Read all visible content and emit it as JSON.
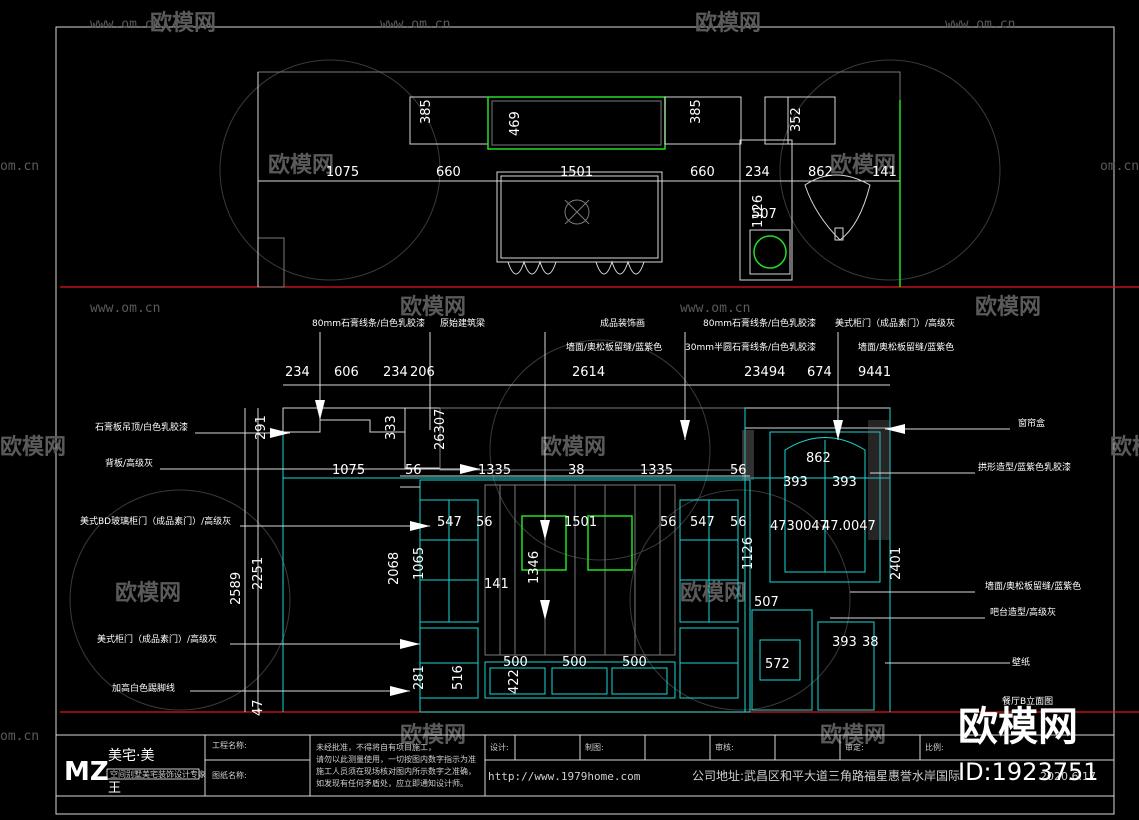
{
  "watermark": {
    "brand": "欧模网",
    "url": "www.om.cn",
    "domain": "om.cn",
    "big_brand": "欧模网",
    "id_label": "ID:1923751"
  },
  "plan_dims": {
    "d385_left": "385",
    "d469": "469",
    "d385_right": "385",
    "d352": "352",
    "d1075": "1075",
    "d660_left": "660",
    "d1501": "1501",
    "d660_right": "660",
    "d234": "234",
    "d862": "862",
    "d141": "141",
    "d1126": "1126",
    "d507": "507"
  },
  "elev_top_dims": [
    "234",
    "606",
    "234",
    "206",
    "2614",
    "23494",
    "674",
    "9441"
  ],
  "elev_dims": {
    "d291": "291",
    "d333": "333",
    "d2589": "2589",
    "d2251": "2251",
    "d2068": "2068",
    "d1065": "1065",
    "d47": "47",
    "d1075": "1075",
    "d56a": "56",
    "d1335a": "1335",
    "d38": "38",
    "d1335b": "1335",
    "d56b": "56",
    "d547a": "547",
    "d56c": "56",
    "d1501": "1501",
    "d56d": "56",
    "d547b": "547",
    "d56e": "56",
    "d1126": "1126",
    "d862": "862",
    "d393a": "393",
    "d393b": "393",
    "d4730047a": "4730047",
    "d4730047b": "47.0047",
    "d2401": "2401",
    "d500a": "500",
    "d500b": "500",
    "d500c": "500",
    "d422": "422",
    "d516": "516",
    "d507": "507",
    "d572": "572",
    "d393c": "393",
    "d38b": "38",
    "d141": "141",
    "d1346": "1346",
    "d26307": "26307",
    "d281": "281"
  },
  "annotations": {
    "top_label_1": "80mm石膏线条/白色乳胶漆",
    "top_label_2": "原始建筑梁",
    "top_label_3": "成品装饰画",
    "top_label_4": "80mm石膏线条/白色乳胶漆",
    "top_label_5": "美式柜门（成品素门）/高级灰",
    "top_label_6": "墙面/奥松板留缝/蓝紫色",
    "top_label_7": "30mm半圆石膏线条/白色乳胶漆",
    "top_label_8": "墙面/奥松板留缝/蓝紫色",
    "left_1": "石膏板吊顶/白色乳胶漆",
    "left_2": "背板/高级灰",
    "left_3": "美式BD玻璃柜门（成品素门）/高级灰",
    "left_4": "美式柜门（成品素门）/高级灰",
    "left_5": "加高白色踢脚线",
    "right_1": "窗帘盒",
    "right_2": "拱形造型/蓝紫色乳胶漆",
    "right_3": "墙面/奥松板留缝/蓝紫色",
    "right_4": "吧台造型/高级灰",
    "right_5": "壁纸",
    "elev_title": "餐厅B立面图"
  },
  "title_block": {
    "logo_mark": "MZ",
    "logo_name": "美宅·美",
    "logo_name2": "王",
    "logo_sub": "空间别墅美宅装饰设计专家",
    "engineering_name": "工程名称:",
    "drawing_name": "图纸名称:",
    "note_1": "未经批准，不得将自有项目施工，",
    "note_2": "请勿以此测量使用，一切按图内数字指示为准",
    "note_3": "施工人员须在现场核对图内所示数字之准确，",
    "note_4": "如发现有任何矛盾处，应立即通知设计师。",
    "design": "设计:",
    "draw": "制图:",
    "review": "审核:",
    "approve": "审定:",
    "scale": "比例:",
    "url": "http://www.1979home.com",
    "address": "公司地址:武昌区和平大道三角路福星惠誉水岸国际",
    "date": "2020.6.17"
  }
}
